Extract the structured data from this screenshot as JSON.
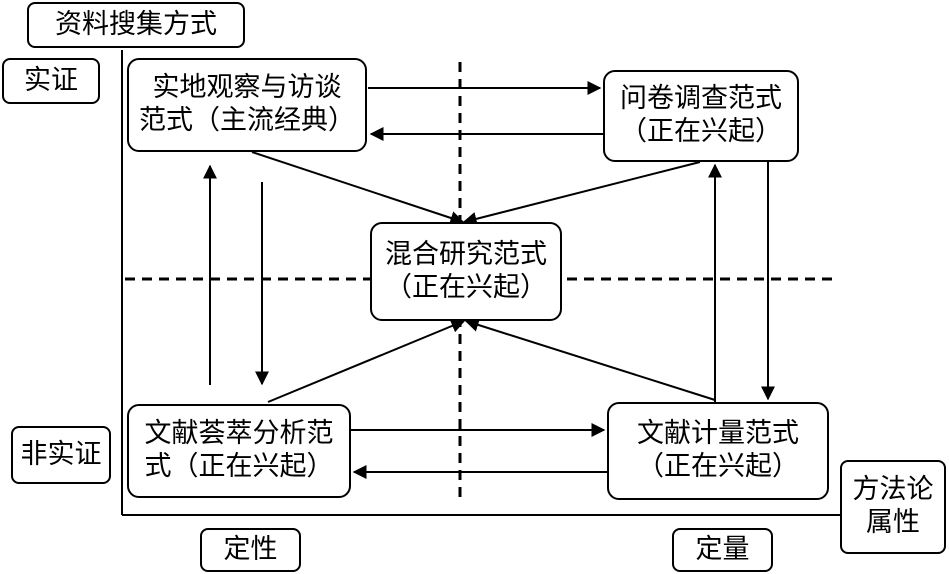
{
  "corner_title": "资料搜集方式",
  "y_axis": {
    "top_label": "实证",
    "bottom_label": "非实证"
  },
  "x_axis": {
    "left_label": "定性",
    "right_label": "定量",
    "axis_name": "方法论\n属性"
  },
  "nodes": {
    "field": "实地观察与访谈\n范式（主流经典）",
    "survey": "问卷调查范式\n（正在兴起）",
    "mixed": "混合研究范式\n（正在兴起）",
    "review": "文献荟萃分析范\n式（正在兴起）",
    "biblio": "文献计量范式\n（正在兴起）"
  },
  "colors": {
    "stroke": "#000000",
    "background": "#ffffff"
  }
}
